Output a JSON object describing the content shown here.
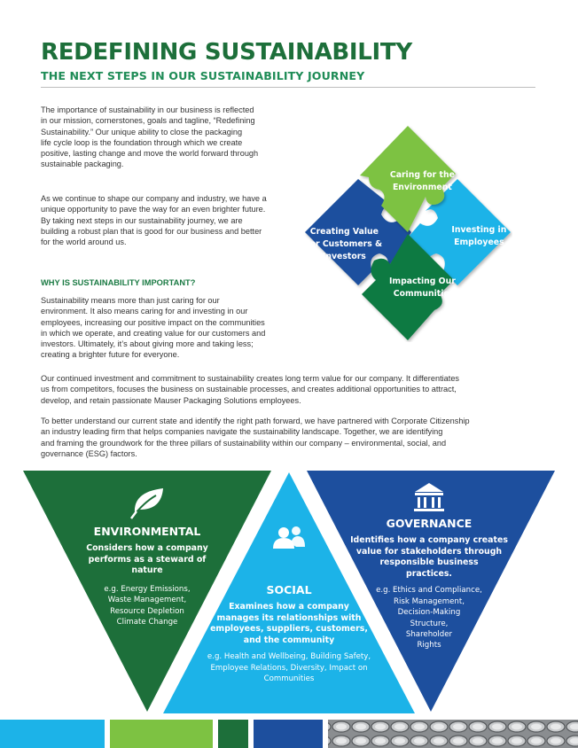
{
  "header": {
    "title": "REDEFINING SUSTAINABILITY",
    "subtitle": "THE NEXT STEPS IN OUR SUSTAINABILITY JOURNEY"
  },
  "intro": {
    "p1": [
      "The importance of sustainability in our business is reflected",
      "in our mission, cornerstones, goals and tagline, “Redefining",
      "Sustainability.” Our unique ability to close the packaging",
      "life cycle loop is the foundation through which we create",
      "positive, lasting change and move the world forward through",
      "sustainable packaging."
    ],
    "p2": [
      "As we continue to shape our company and industry, we have a",
      "unique opportunity to pave the way for an even brighter future.",
      "By taking next steps in our sustainability journey, we are",
      "building a robust plan that is good for our business and better",
      "for the world around us."
    ]
  },
  "why": {
    "heading": "WHY IS SUSTAINABILITY IMPORTANT?",
    "p1": [
      "Sustainability means more than just caring for our",
      "environment. It also means caring for and investing in our",
      "employees, increasing our positive impact on the communities",
      "in which we operate, and creating value for our customers and",
      "investors. Ultimately, it’s about giving more and taking less;",
      "creating a brighter future for everyone."
    ],
    "p2": [
      "Our continued investment and commitment to sustainability creates long term value for our company. It differentiates",
      "us from competitors, focuses the business on sustainable processes, and creates additional opportunities to attract,",
      "develop, and retain passionate Mauser Packaging Solutions employees."
    ],
    "p3": [
      "To better understand our current state and identify the right path forward, we have partnered with Corporate Citizenship",
      "an industry leading firm that helps companies navigate the sustainability landscape. Together, we are identifying",
      "and framing the groundwork for the three pillars of sustainability within our company – environmental, social, and",
      "governance (ESG) factors."
    ]
  },
  "puzzle": {
    "top": [
      "Caring for the",
      "Environment"
    ],
    "left": [
      "Creating Value",
      "for Customers &",
      "Investors"
    ],
    "right": [
      "Investing in",
      "Employees"
    ],
    "bottom": [
      "Impacting Our",
      "Communities"
    ]
  },
  "pillars": {
    "environmental": {
      "heading": "ENVIRONMENTAL",
      "desc": [
        "Considers how a company",
        "performs as a steward of",
        "nature"
      ],
      "ex": [
        "e.g. Energy Emissions,",
        "Waste Management,",
        "Resource Depletion",
        "Climate Change"
      ]
    },
    "social": {
      "heading": "SOCIAL",
      "desc": [
        "Examines how a company",
        "manages its relationships with",
        "employees, suppliers, customers,",
        "and the community"
      ],
      "ex": [
        "e.g. Health and Wellbeing, Building Safety,",
        "Employee Relations, Diversity, Impact on",
        "Communities"
      ]
    },
    "governance": {
      "heading": "GOVERNANCE",
      "desc": [
        "Identifies how a company creates",
        "value for stakeholders through",
        "responsible business",
        "practices."
      ],
      "ex": [
        "e.g. Ethics and Compliance,",
        "Risk Management,",
        "Decision-Making",
        "Structure,",
        "Shareholder",
        "Rights"
      ]
    }
  },
  "colors": {
    "dark_green": "#1d6f3a",
    "light_green": "#7dc242",
    "sky_blue": "#1cb3e8",
    "navy": "#1d4f9e",
    "teal_green": "#0f7a42"
  },
  "icons": [
    "leaf-icon",
    "people-icon",
    "institution-icon"
  ]
}
